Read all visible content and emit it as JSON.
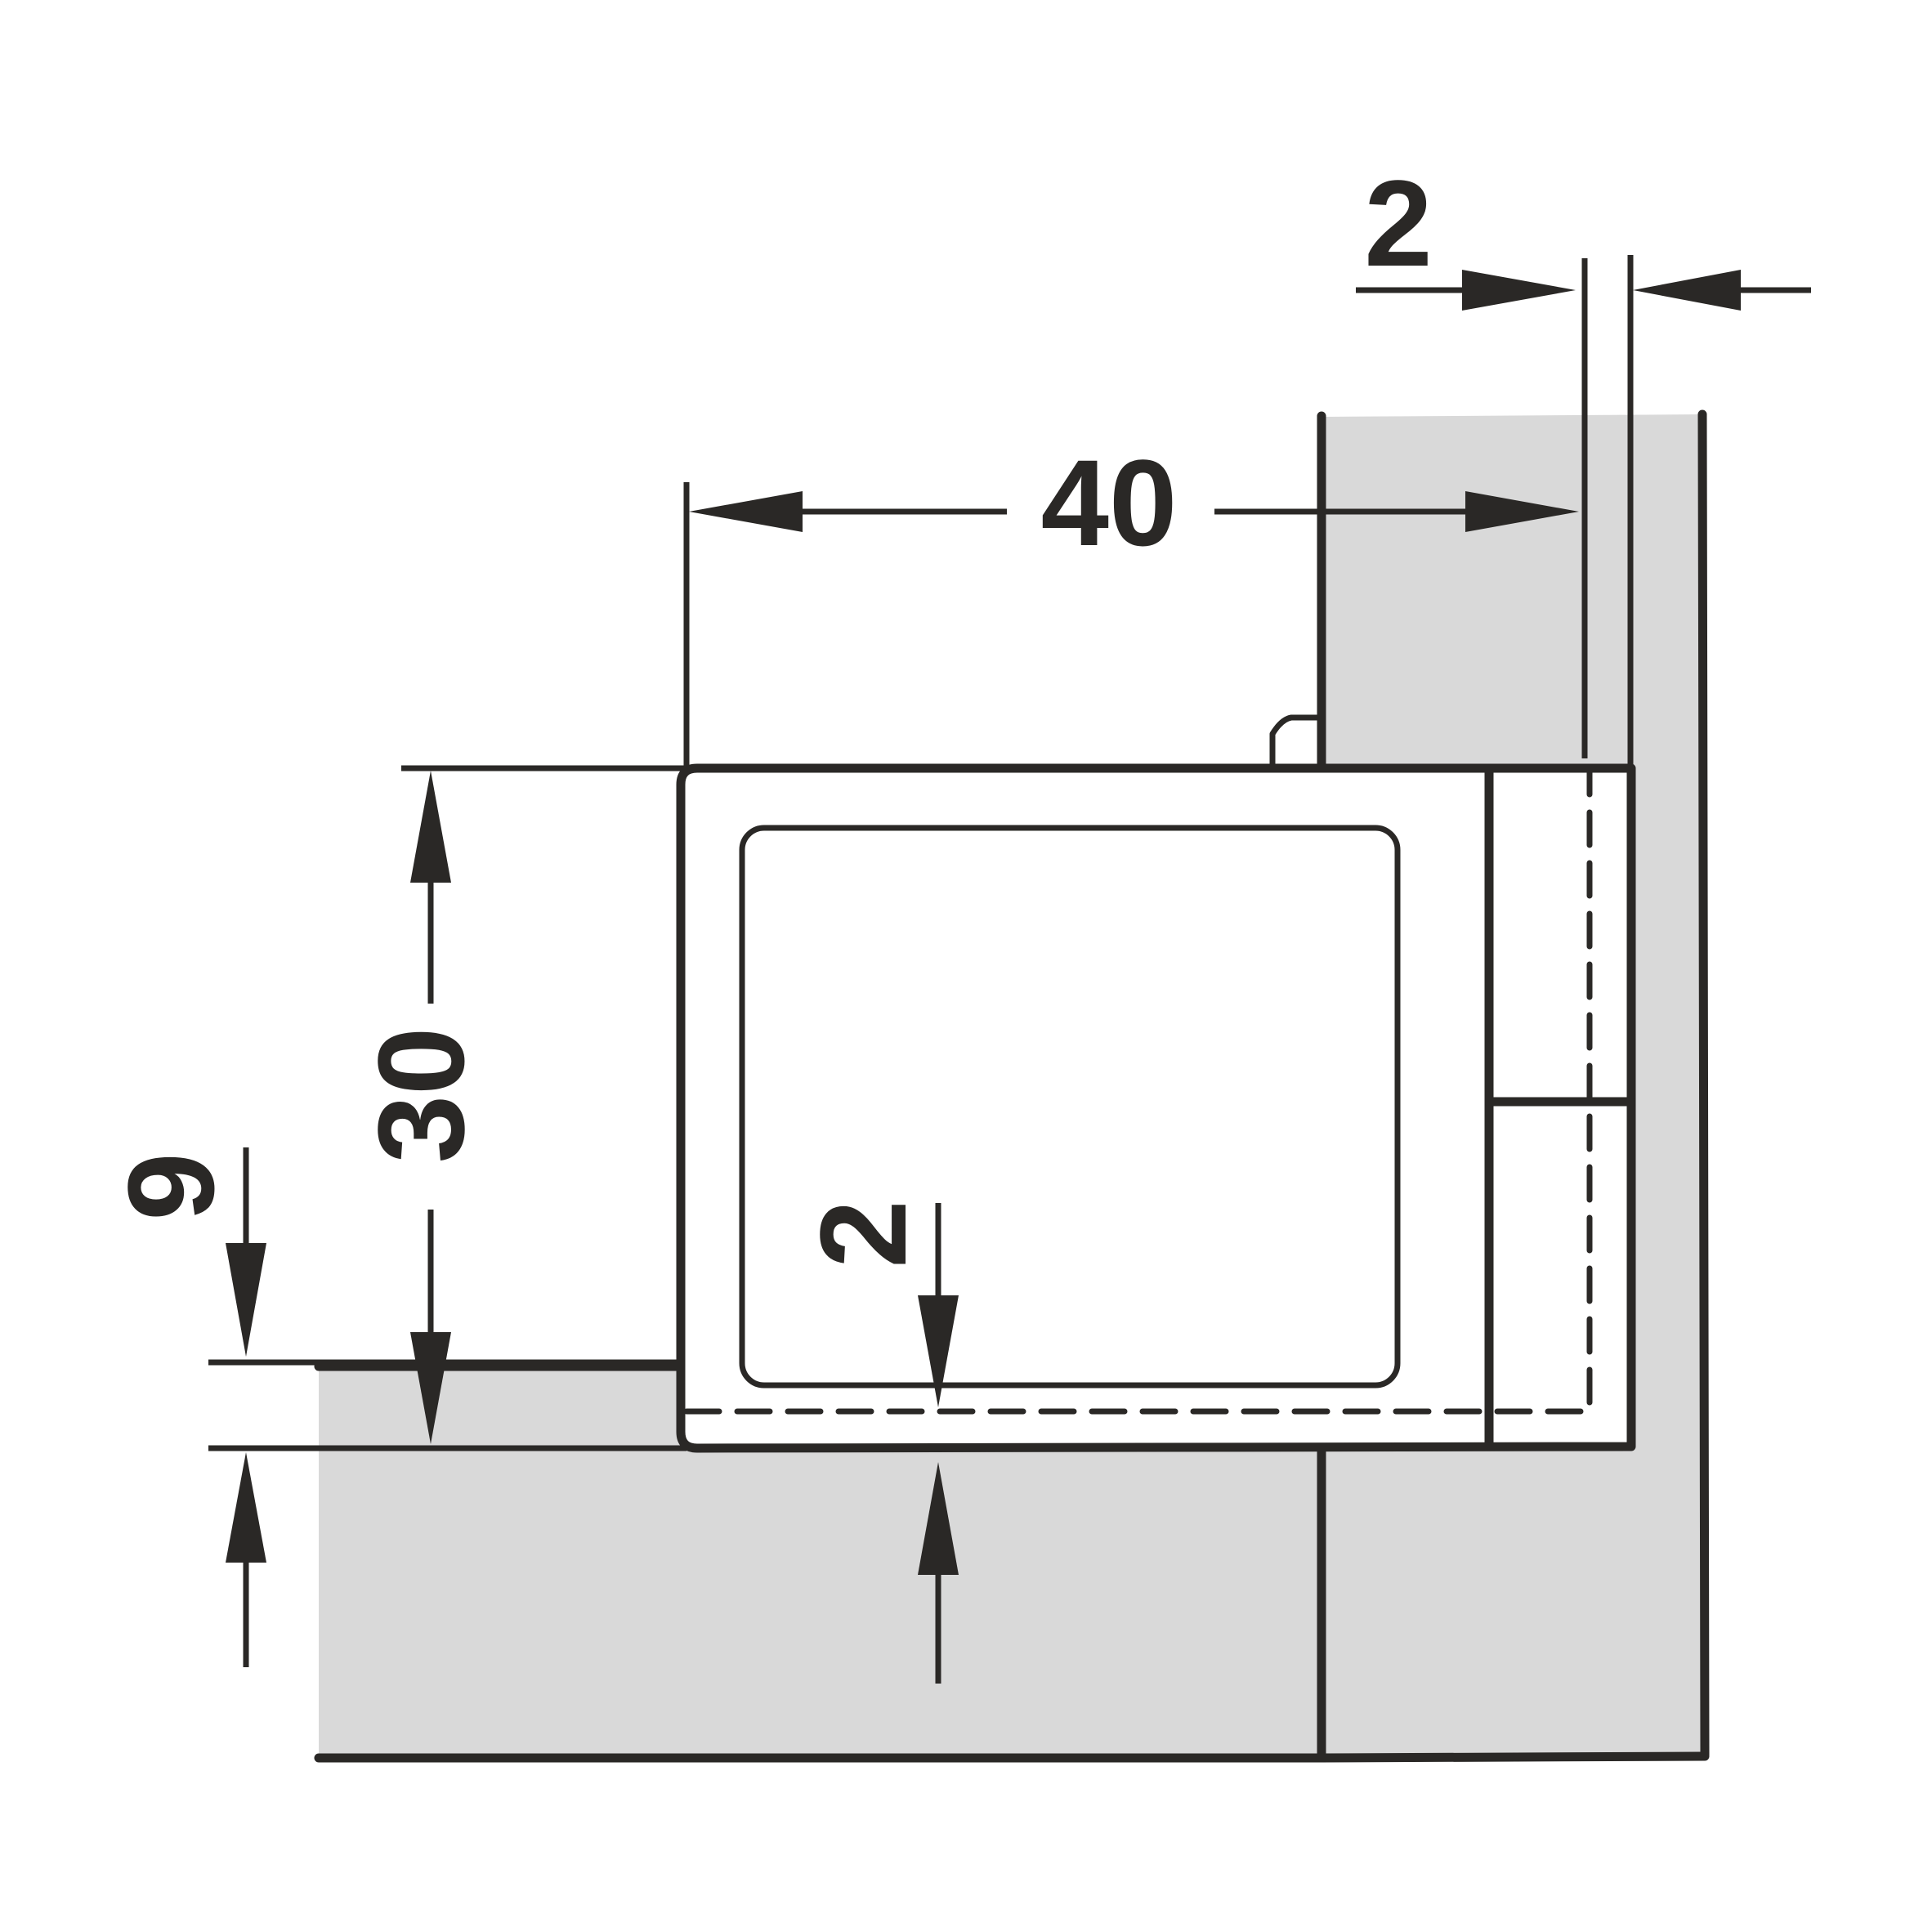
{
  "colors": {
    "line": "#2a2826",
    "shading": "#d9d9d9",
    "background": "#ffffff"
  },
  "dimensions": {
    "width_top": "40",
    "gap_top": "2",
    "height_left": "30",
    "depth_left": "9",
    "gap_bottom": "2"
  }
}
